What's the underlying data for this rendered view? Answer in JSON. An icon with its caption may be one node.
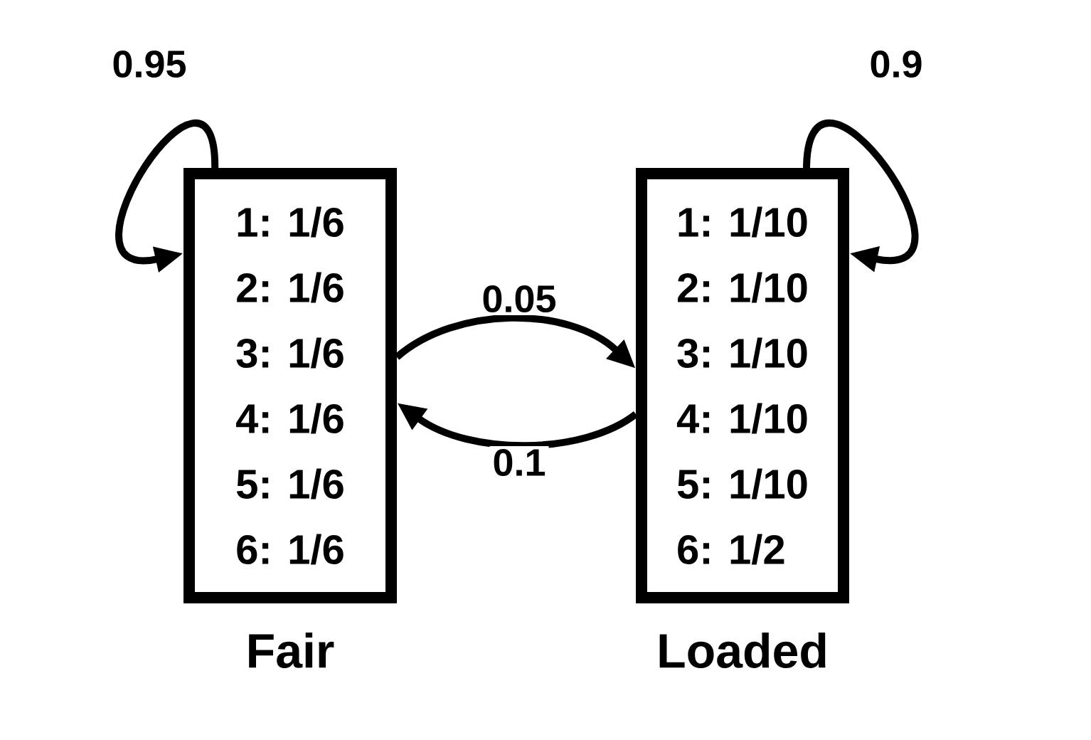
{
  "diagram": {
    "nodes": [
      {
        "text": [
          "1: 1/6",
          "2: 1/6",
          "3: 1/6",
          "4: 1/6",
          "5: 1/6",
          "6: 1/6",
          "Fair"
        ]
      },
      {
        "text": [
          "1: 1/10",
          "2: 1/10",
          "3: 1/10",
          "4: 1/10",
          "5: 1/10",
          "6: 1/2",
          "Loaded"
        ]
      }
    ],
    "edges": [
      {
        "from": 0,
        "to": 0,
        "arrow": "to",
        "label": "0.95"
      },
      {
        "from": 0,
        "to": 1,
        "arrow": "to",
        "label": "0.05"
      },
      {
        "from": 1,
        "to": 0,
        "arrow": "to",
        "label": "0.1"
      },
      {
        "from": 1,
        "to": 1,
        "arrow": "to",
        "label": "0.9"
      }
    ]
  }
}
